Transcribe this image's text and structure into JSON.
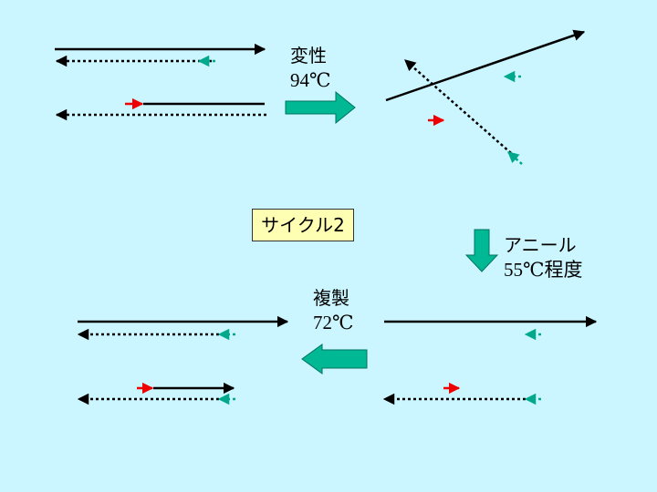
{
  "steps": {
    "denature": {
      "label": "変性",
      "temp": "94℃"
    },
    "anneal": {
      "label": "アニール",
      "temp": "55℃程度"
    },
    "extend": {
      "label": "複製",
      "temp": "72℃"
    }
  },
  "cycle_label": "サイクル2",
  "colors": {
    "background": "#ccf6ff",
    "strand": "#000000",
    "primer_forward": "#ee0000",
    "primer_reverse": "#00a88c",
    "process_arrow": "#00b894",
    "cycle_box": "#ffffb3"
  }
}
